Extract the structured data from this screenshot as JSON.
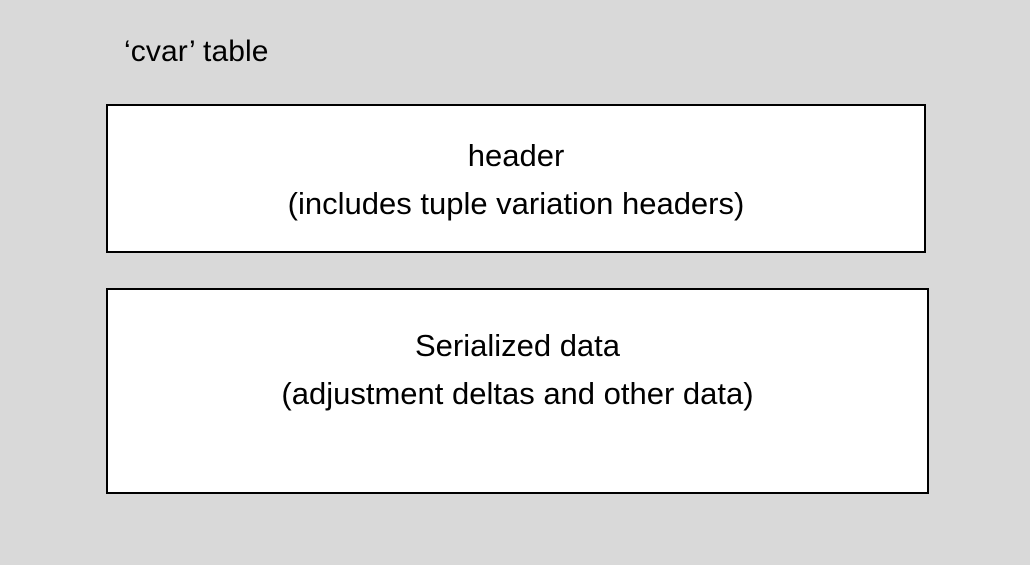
{
  "diagram": {
    "title": "‘cvar’ table",
    "background_color": "#d9d9d9",
    "box_fill_color": "#ffffff",
    "box_border_color": "#000000",
    "text_color": "#000000",
    "boxes": [
      {
        "name": "header-box",
        "primary_label": "header",
        "secondary_label": "(includes tuple variation headers)"
      },
      {
        "name": "serialized-data-box",
        "primary_label": "Serialized data",
        "secondary_label": "(adjustment deltas and other data)"
      }
    ]
  }
}
